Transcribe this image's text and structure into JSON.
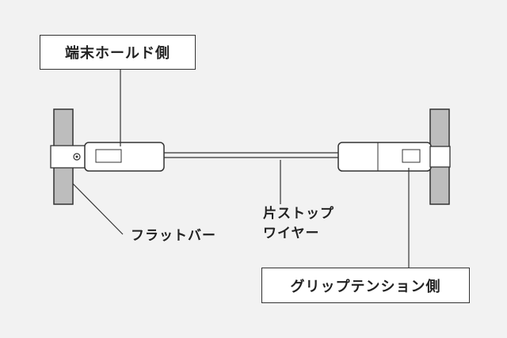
{
  "labels": {
    "terminal_hold_side": "端末ホールド側",
    "flat_bar": "フラットバー",
    "stop_wire_line1": "片ストップ",
    "stop_wire_line2": "ワイヤー",
    "grip_tension_side": "グリップテンション側"
  },
  "colors": {
    "background": "#f2f2f2",
    "wall_fill": "#bdbdbd",
    "line": "#333333",
    "part_fill": "#ffffff"
  }
}
